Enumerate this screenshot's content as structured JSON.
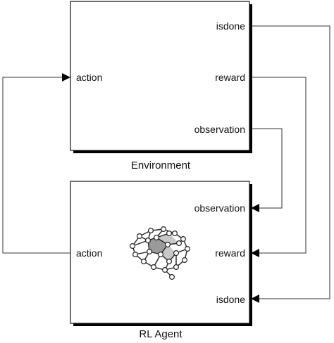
{
  "environment": {
    "label": "Environment",
    "input_ports": [
      "action"
    ],
    "output_ports": [
      "isdone",
      "reward",
      "observation"
    ]
  },
  "agent": {
    "label": "RL Agent",
    "input_ports": [
      "observation",
      "reward",
      "isdone"
    ],
    "output_ports": [
      "action"
    ],
    "icon": "neural-network-brain-icon"
  },
  "colors": {
    "line": "#333333",
    "block_border": "#111111",
    "shadow": "#000000"
  }
}
